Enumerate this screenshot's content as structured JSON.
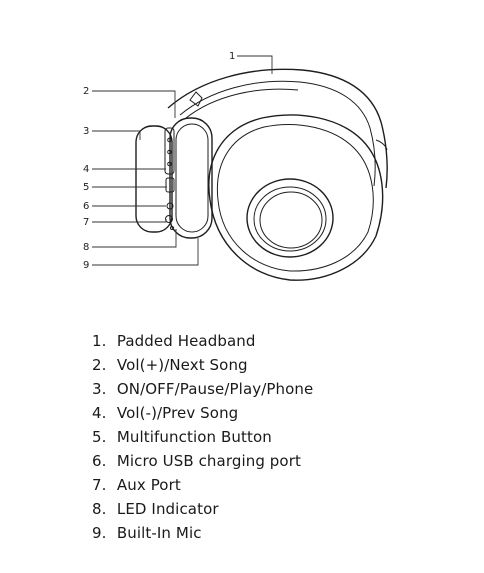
{
  "callouts": [
    "1",
    "2",
    "3",
    "4",
    "5",
    "6",
    "7",
    "8",
    "9"
  ],
  "legend": [
    {
      "number": "1.",
      "label": "Padded Headband"
    },
    {
      "number": "2.",
      "label": "Vol(+)/Next Song"
    },
    {
      "number": "3.",
      "label": "ON/OFF/Pause/Play/Phone"
    },
    {
      "number": "4.",
      "label": "Vol(-)/Prev Song"
    },
    {
      "number": "5.",
      "label": "Multifunction Button"
    },
    {
      "number": "6.",
      "label": "Micro USB charging port"
    },
    {
      "number": "7.",
      "label": "Aux Port"
    },
    {
      "number": "8.",
      "label": "LED Indicator"
    },
    {
      "number": "9.",
      "label": "Built-In Mic"
    }
  ]
}
